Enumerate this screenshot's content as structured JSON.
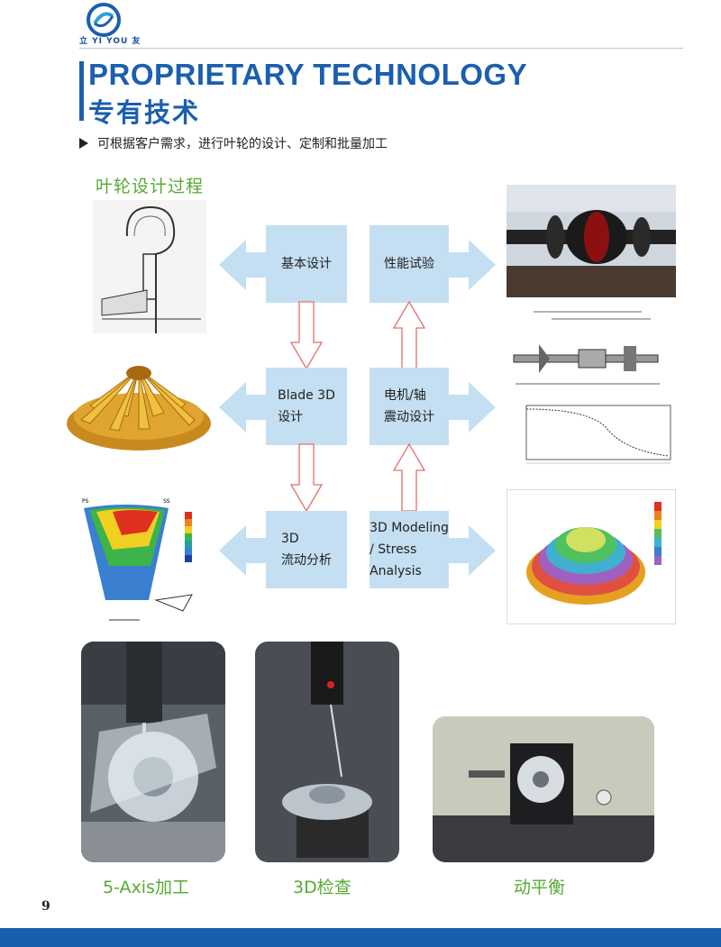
{
  "header": {
    "logo_text": "立 YI YOU 友",
    "title_en": "PROPRIETARY TECHNOLOGY",
    "title_cn": "专有技术"
  },
  "intro": "可根据客户需求，进行叶轮的设计、定制和批量加工",
  "section_title": "叶轮设计过程",
  "flow": {
    "basic_design": "基本设计",
    "performance_test": "性能试验",
    "blade3d_line1": "Blade 3D",
    "blade3d_line2": "设计",
    "motor_line1": "电机/轴",
    "motor_line2": "震动设计",
    "cfd_line1": "3D",
    "cfd_line2": "流动分析",
    "fea_line1": "3D Modeling",
    "fea_line2": "/ Stress",
    "fea_line3": "Analysis"
  },
  "captions": {
    "machining": "5-Axis加工",
    "inspection": "3D检查",
    "balancing": "动平衡"
  },
  "page_number": "9",
  "colors": {
    "brand_blue": "#1b5fae",
    "accent_green": "#55aa33",
    "box_fill": "#c4dff2"
  }
}
